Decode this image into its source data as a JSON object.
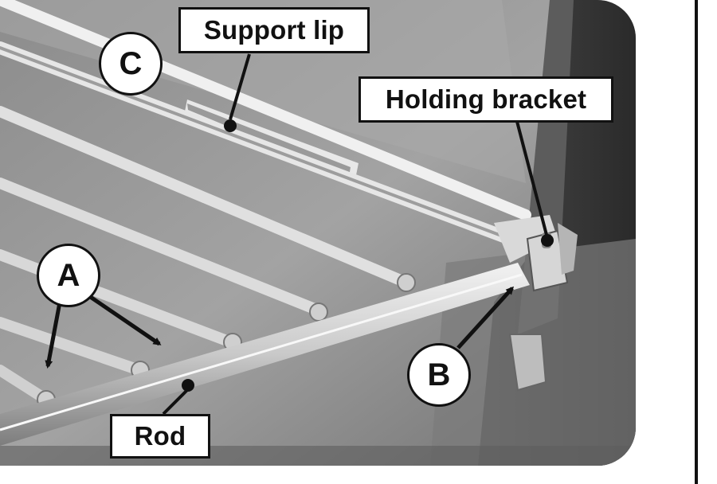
{
  "labels": {
    "support_lip": "Support lip",
    "holding_bracket": "Holding bracket",
    "rod": "Rod"
  },
  "callouts": {
    "a": "A",
    "b": "B",
    "c": "C"
  }
}
